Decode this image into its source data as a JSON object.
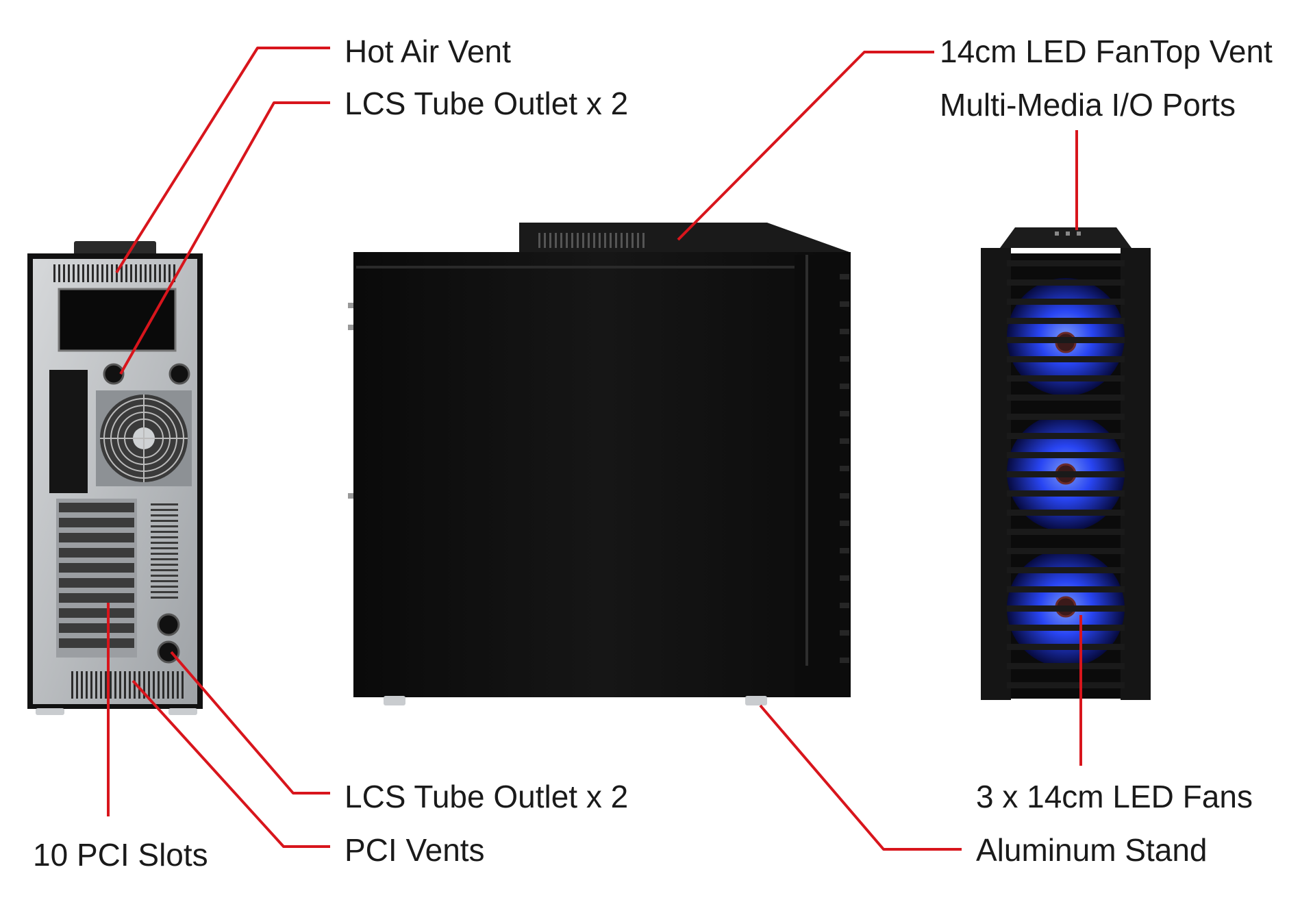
{
  "labels": {
    "hot_air_vent": "Hot Air Vent",
    "lcs_tube_outlet_top": "LCS Tube Outlet x 2",
    "fan_top_vent": "14cm LED FanTop Vent",
    "multimedia_io": "Multi-Media I/O Ports",
    "lcs_tube_outlet_bottom": "LCS Tube Outlet x 2",
    "pci_vents": "PCI Vents",
    "pci_slots": "10 PCI Slots",
    "led_fans": "3 x 14cm LED Fans",
    "aluminum_stand": "Aluminum Stand"
  },
  "colors": {
    "callout_line": "#d8151c",
    "chassis_black": "#101010",
    "rear_panel_silver": "#b9bcbf",
    "fan_led_blue": "#1f3cff"
  }
}
